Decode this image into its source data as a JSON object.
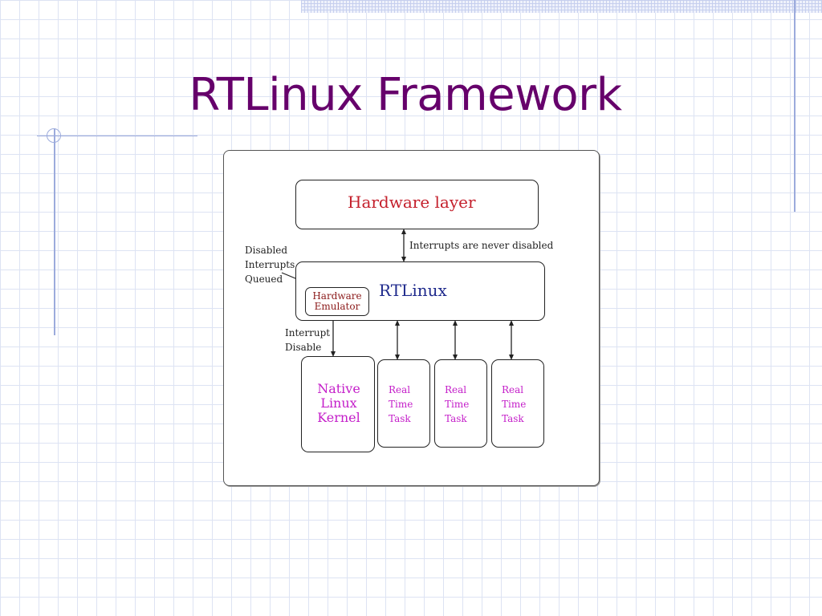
{
  "slide": {
    "title": "RTLinux Framework",
    "theme_color": "#66006b",
    "accent_color": "#9cabdc"
  },
  "diagram": {
    "hardware_layer": "Hardware layer",
    "rtlinux": "RTLinux",
    "hardware_emulator": "Hardware\nEmulator",
    "native_kernel": "Native\nLinux\nKernel",
    "tasks": [
      "Real\nTime\nTask",
      "Real\nTime\nTask",
      "Real\nTime\nTask"
    ],
    "disabled_queued": "Disabled\nInterrupts\nQueued",
    "never_disabled": "Interrupts are never disabled",
    "interrupt_disable": "Interrupt\nDisable",
    "colors": {
      "hardware_layer": "#c4202c",
      "rtlinux": "#1f2a8c",
      "emulator": "#8b1a1a",
      "kernel_tasks": "#c41ec9"
    }
  }
}
